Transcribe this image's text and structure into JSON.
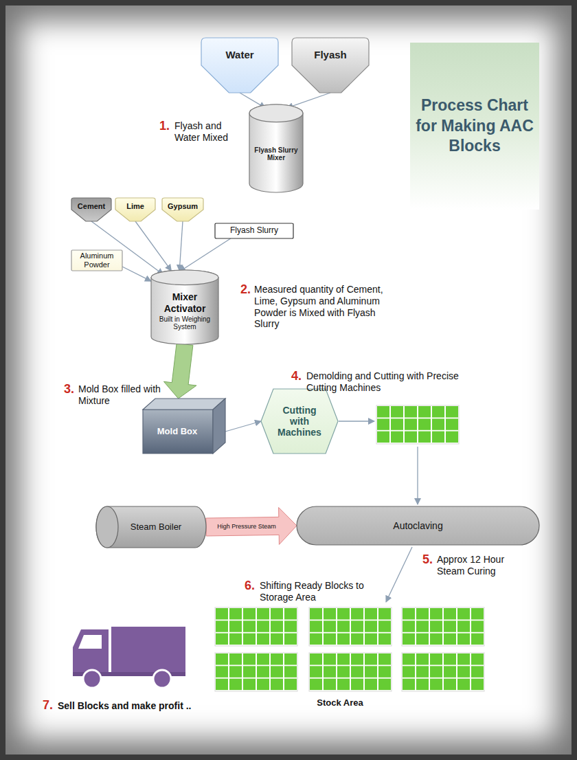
{
  "diagram": {
    "title": "Process Chart for Making AAC Blocks",
    "nodes": [
      {
        "text": [
          "Water"
        ]
      },
      {
        "text": [
          "Flyash"
        ]
      },
      {
        "text": [
          "Flyash Slurry Mixer"
        ]
      },
      {
        "text": [
          "Flyash Slurry"
        ]
      },
      {
        "text": [
          "Cement"
        ]
      },
      {
        "text": [
          "Lime"
        ]
      },
      {
        "text": [
          "Gypsum"
        ]
      },
      {
        "text": [
          "Aluminum Powder"
        ]
      },
      {
        "text": [
          "Mixer Activator",
          "Built in Weighing System"
        ]
      },
      {
        "text": [
          "Mold Box"
        ]
      },
      {
        "text": [
          "Cutting with Machines"
        ]
      },
      {
        "text": [
          "Steam Boiler"
        ]
      },
      {
        "text": [
          "Autoclaving"
        ]
      }
    ],
    "edges": [
      {
        "from": 0,
        "to": 2,
        "arrow": "to"
      },
      {
        "from": 1,
        "to": 2,
        "arrow": "to"
      },
      {
        "from": 3,
        "to": 8,
        "arrow": "to"
      },
      {
        "from": 4,
        "to": 8,
        "arrow": "to"
      },
      {
        "from": 5,
        "to": 8,
        "arrow": "to"
      },
      {
        "from": 6,
        "to": 8,
        "arrow": "to"
      },
      {
        "from": 7,
        "to": 8,
        "arrow": "to"
      },
      {
        "from": 8,
        "to": 9,
        "arrow": "to"
      },
      {
        "from": 9,
        "to": 10,
        "arrow": "to"
      },
      {
        "from": 11,
        "to": 12,
        "label": "High Pressure Steam",
        "arrow": "to"
      }
    ],
    "labels": [
      "1.",
      "Flyash and Water Mixed",
      "2.",
      "Measured quantity of Cement, Lime, Gypsum and Aluminum Powder is Mixed with Flyash Slurry",
      "3.",
      "Mold Box filled with Mixture",
      "4.",
      "Demolding and Cutting with Precise Cutting Machines",
      "5.",
      "Approx 12 Hour Steam Curing",
      "6.",
      "Shifting Ready Blocks to Storage Area",
      "7.",
      "Sell Blocks and make profit ..",
      "Stock Area"
    ]
  }
}
